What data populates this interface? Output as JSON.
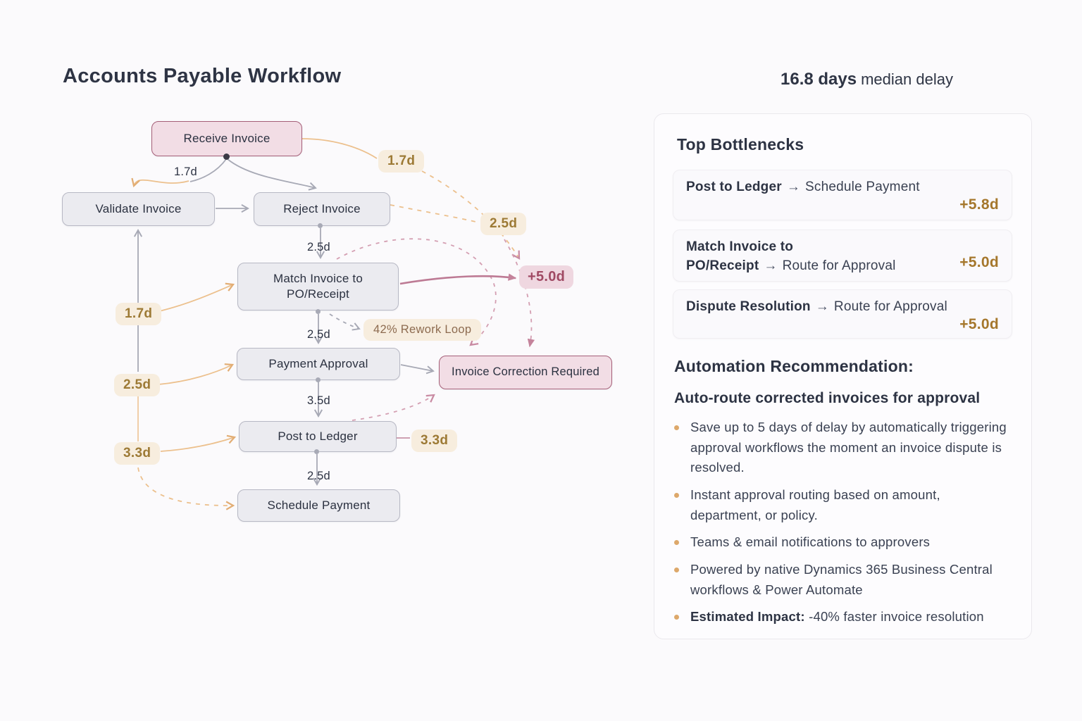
{
  "header": {
    "title": "Accounts Payable Workflow",
    "metric_value": "16.8 days",
    "metric_label": "median delay"
  },
  "flow": {
    "nodes": [
      {
        "id": "receive-invoice",
        "label": "Receive Invoice",
        "type": "highlight"
      },
      {
        "id": "validate-invoice",
        "label": "Validate Invoice",
        "type": "step"
      },
      {
        "id": "reject-invoice",
        "label": "Reject Invoice",
        "type": "step"
      },
      {
        "id": "match-invoice-po-receipt",
        "label": "Match Invoice to PO/Receipt",
        "type": "step"
      },
      {
        "id": "payment-approval",
        "label": "Payment Approval",
        "type": "step"
      },
      {
        "id": "post-to-ledger",
        "label": "Post to Ledger",
        "type": "step"
      },
      {
        "id": "schedule-payment",
        "label": "Schedule Payment",
        "type": "step"
      },
      {
        "id": "invoice-correction-required",
        "label": "Invoice Correction Required",
        "type": "highlight"
      }
    ],
    "edge_labels": {
      "receive_split": "1.7d",
      "reject_to_match": "2.5d",
      "match_to_payment": "2.5d",
      "payment_to_post": "3.5d",
      "post_to_schedule": "2.5d"
    },
    "badges": {
      "loop_to_match": "1.7d",
      "loop_to_payment": "2.5d",
      "loop_to_post": "3.3d",
      "receive_loop_right": "1.7d",
      "reject_loop_right": "2.5d",
      "post_right": "3.3d",
      "delay_highlight": "+5.0d",
      "rework": "42% Rework Loop"
    }
  },
  "panel": {
    "bottlenecks_title": "Top Bottlenecks",
    "arrow": "→",
    "bottlenecks": [
      {
        "from": "Post to Ledger",
        "to": "Schedule Payment",
        "delay": "+5.8d"
      },
      {
        "from": "Match Invoice to PO/Receipt",
        "to": "Route for Approval",
        "delay": "+5.0d"
      },
      {
        "from": "Dispute Resolution",
        "to": "Route for Approval",
        "delay": "+5.0d"
      }
    ],
    "automation_title": "Automation Recommendation:",
    "automation_subtitle": "Auto-route corrected invoices for approval",
    "bullets": [
      "Save up to 5 days of delay by automatically triggering approval workflows the moment an invoice dispute is resolved.",
      "Instant approval routing based on amount, department, or policy.",
      "Teams & email notifications to approvers",
      "Powered by native Dynamics 365 Business Central workflows & Power Automate"
    ],
    "impact_bold": "Estimated Impact:",
    "impact_rest": " -40% faster invoice resolution"
  },
  "colors": {
    "background": "#fbfafc",
    "node_gray": "#ebebf0",
    "node_pink": "#f2dde5",
    "pink_border": "#a55f78",
    "gray_edge": "#a7a9b5",
    "orange_edge": "#ecc08d",
    "pink_edge": "#c07d96",
    "gold_text": "#a5772c",
    "cream_badge": "#f7edde"
  }
}
